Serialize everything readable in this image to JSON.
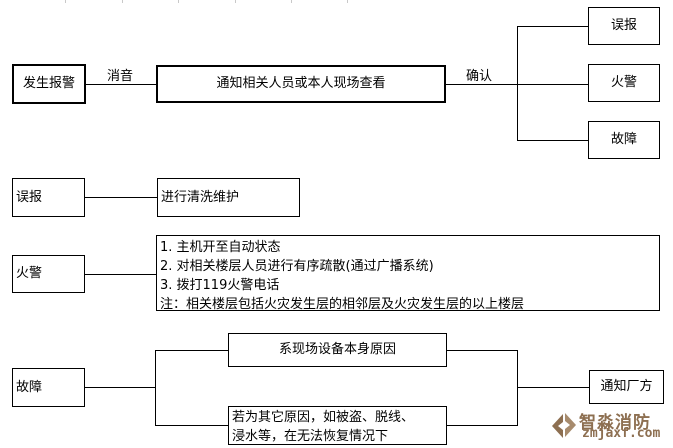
{
  "page": {
    "background_color": "#ffffff",
    "line_color": "#000000",
    "ruler_tick_color": "#c9c9c9"
  },
  "flow": {
    "start": {
      "label": "发生报警"
    },
    "edge_mute": {
      "label": "消音"
    },
    "notify_check": {
      "label": "通知相关人员或本人现场查看"
    },
    "edge_confirm": {
      "label": "确认"
    },
    "outcomes": {
      "false_alarm": "误报",
      "fire_alarm": "火警",
      "fault": "故障"
    },
    "false_alarm_row": {
      "label": "误报",
      "action": "进行清洗维护"
    },
    "fire_alarm_row": {
      "label": "火警",
      "steps": [
        "1. 主机开至自动状态",
        "2. 对相关楼层人员进行有序疏散(通过广播系统)",
        "3. 拨打119火警电话",
        "注：相关楼层包括火灾发生层的相邻层及火灾发生层的以上楼层"
      ]
    },
    "fault_row": {
      "label": "故障",
      "cause_device": "系现场设备本身原因",
      "cause_other": [
        "若为其它原因，如被盗、脱线、",
        "浸水等，在无法恢复情况下"
      ],
      "action": "通知厂方"
    }
  },
  "watermark": {
    "brand": "智淼消防",
    "site": "zmjaxf.com",
    "color": "#8d6f51"
  }
}
